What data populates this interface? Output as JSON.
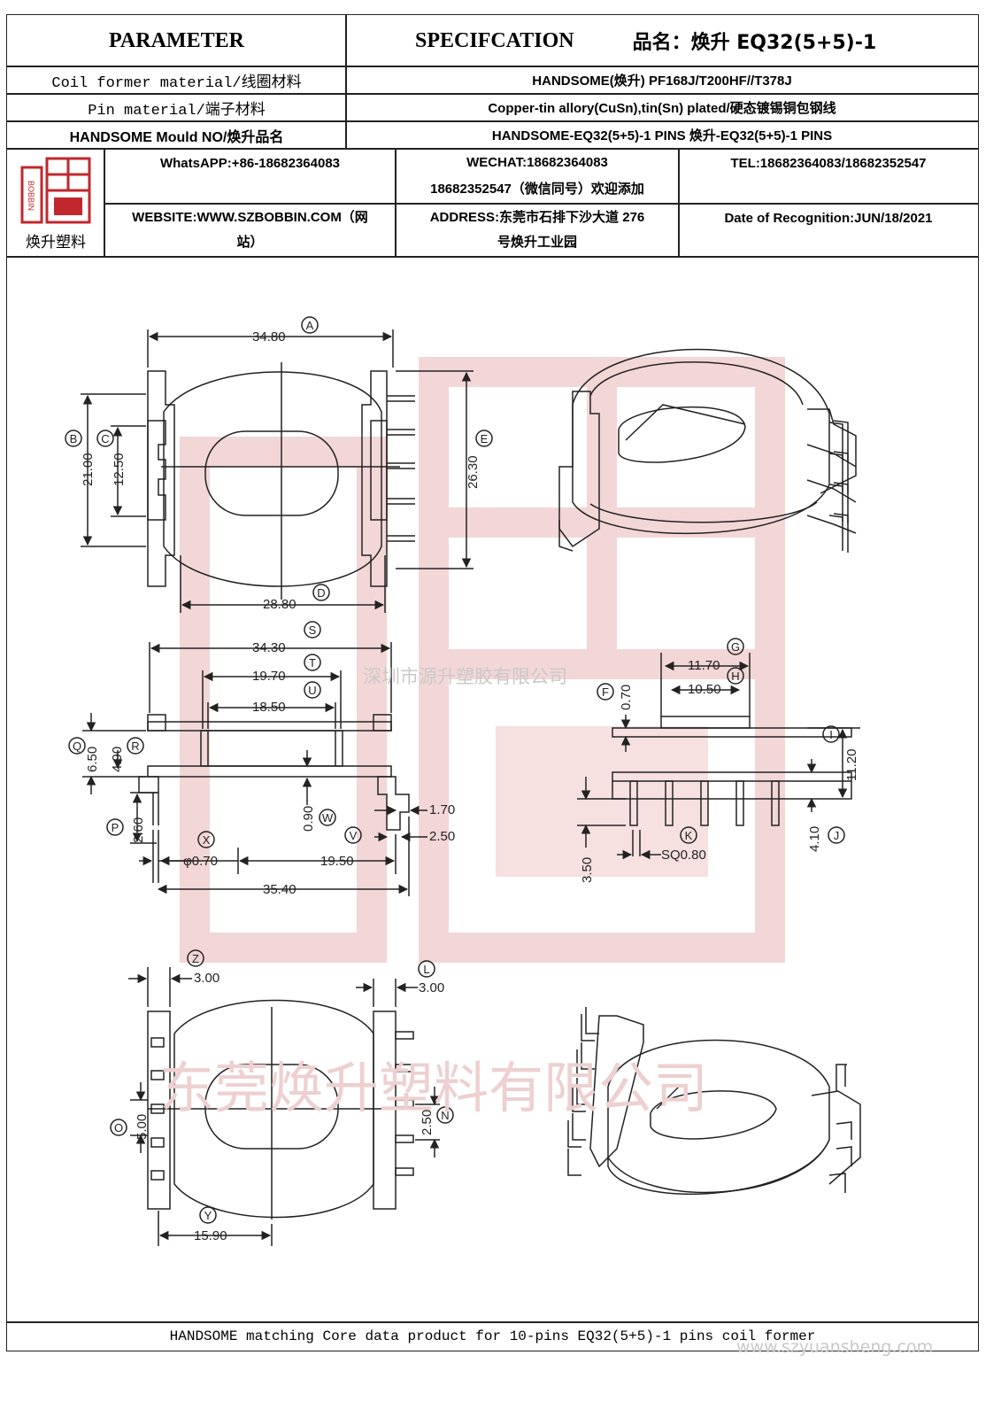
{
  "header": {
    "parameter": "PARAMETER",
    "specification": "SPECIFCATION",
    "product_name": "品名：焕升 EQ32(5+5)-1"
  },
  "rows": [
    {
      "label": "Coil former material/线圈材料",
      "value": "HANDSOME(焕升)  PF168J/T200HF//T378J"
    },
    {
      "label": "Pin material/端子材料",
      "value": "Copper-tin allory(CuSn),tin(Sn) plated/硬态镀锡铜包钢线"
    },
    {
      "label": "HANDSOME Mould NO/焕升品名",
      "value": "HANDSOME-EQ32(5+5)-1 PINS   焕升-EQ32(5+5)-1 PINS"
    }
  ],
  "company": {
    "logo_text": "焕升塑料",
    "logo_mark": "BOBBIN",
    "whatsapp": "WhatsAPP:+86-18682364083",
    "wechat_line1": "WECHAT:18682364083",
    "wechat_line2": "18682352547（微信同号）欢迎添加",
    "tel": "TEL:18682364083/18682352547",
    "website_line1": "WEBSITE:WWW.SZBOBBIN.COM（网",
    "website_line2": "站）",
    "address_line1": "ADDRESS:东莞市石排下沙大道 276",
    "address_line2": "号焕升工业园",
    "date": "Date of Recognition:JUN/18/2021"
  },
  "dimensions": {
    "A": "34.80",
    "B": "21.00",
    "C": "12.50",
    "E": "26.30",
    "D": "28.80",
    "S": "34.30",
    "T": "19.70",
    "U": "18.50",
    "Q": "6.50",
    "R": "4.90",
    "P": "2.60",
    "W": "0.90",
    "V_a": "1.70",
    "V_b": "2.50",
    "X": "φ0.70",
    "V_c": "19.50",
    "total": "35.40",
    "G": "11.70",
    "H": "10.50",
    "F": "0.70",
    "I": "11.20",
    "J": "4.10",
    "K": "SQ0.80",
    "pin": "3.50",
    "Z": "3.00",
    "L": "3.00",
    "O": "5.00",
    "N": "2.50",
    "Y": "15.90"
  },
  "markers": [
    "A",
    "B",
    "C",
    "E",
    "D",
    "S",
    "T",
    "U",
    "Q",
    "R",
    "P",
    "W",
    "V",
    "X",
    "G",
    "H",
    "F",
    "I",
    "J",
    "K",
    "Z",
    "L",
    "O",
    "N",
    "Y"
  ],
  "watermarks": {
    "center": "深圳市源升塑胶有限公司",
    "bottom": "东莞焕升塑料有限公司",
    "url": "www.szyuansheng.com"
  },
  "footer": "HANDSOME matching Core data  product for 10-pins EQ32(5+5)-1 pins coil former",
  "colors": {
    "line": "#222222",
    "logo_red": "#c0282d",
    "watermark": "#e8b8b8"
  }
}
